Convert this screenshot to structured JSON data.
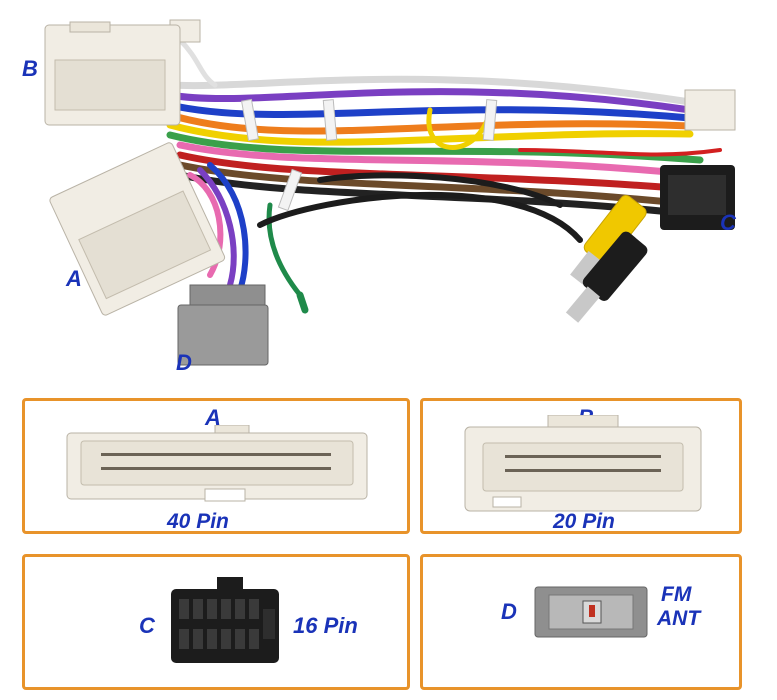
{
  "hero": {
    "callouts": {
      "a": "A",
      "b": "B",
      "c": "C",
      "d": "D"
    }
  },
  "panels": [
    {
      "letter": "A",
      "caption": "40 Pin"
    },
    {
      "letter": "B",
      "caption": "20 Pin"
    },
    {
      "letter": "C",
      "caption": "16 Pin"
    },
    {
      "letter": "D",
      "caption_line1": "FM",
      "caption_line2": "ANT"
    }
  ],
  "colors": {
    "label": "#1a33b8",
    "panel_border": "#e8932a",
    "connector_white": "#f1ede4",
    "connector_black": "#1c1c1c",
    "connector_grey": "#8f8f8f",
    "rca_yellow": "#f0c800"
  }
}
